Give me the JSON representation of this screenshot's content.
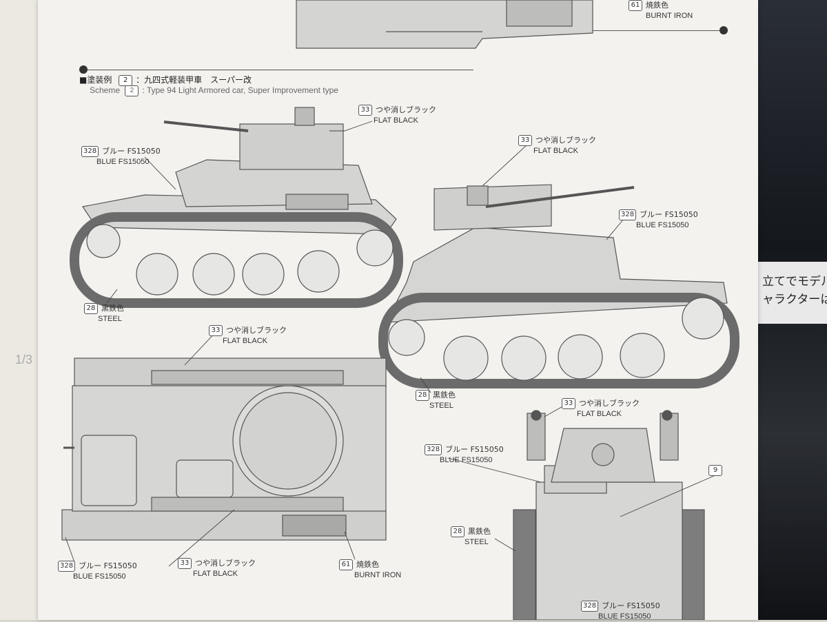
{
  "scheme": {
    "marker": "■塗装例",
    "number": "2",
    "title_jp": "：九四式軽装甲車　スーパー改",
    "title_en_prefix": "Scheme",
    "title_en": ": Type 94 Light Armored car, Super Improvement type"
  },
  "top_partial_label": {
    "num": "61",
    "jp": "焼鉄色",
    "en": "BURNT IRON"
  },
  "callouts": {
    "side_flat_black": {
      "num": "33",
      "jp": "つや消しブラック",
      "en": "FLAT BLACK"
    },
    "side_blue": {
      "num": "328",
      "jp": "ブルー FS15050",
      "en": "BLUE FS15050"
    },
    "side_steel": {
      "num": "28",
      "jp": "黒鉄色",
      "en": "STEEL"
    },
    "persp_flat_black": {
      "num": "33",
      "jp": "つや消しブラック",
      "en": "FLAT BLACK"
    },
    "persp_blue": {
      "num": "328",
      "jp": "ブルー FS15050",
      "en": "BLUE FS15050"
    },
    "persp_steel": {
      "num": "28",
      "jp": "黒鉄色",
      "en": "STEEL"
    },
    "top_flat_black_a": {
      "num": "33",
      "jp": "つや消しブラック",
      "en": "FLAT BLACK"
    },
    "top_blue": {
      "num": "328",
      "jp": "ブルー FS15050",
      "en": "BLUE FS15050"
    },
    "top_flat_black_b": {
      "num": "33",
      "jp": "つや消しブラック",
      "en": "FLAT BLACK"
    },
    "top_burnt": {
      "num": "61",
      "jp": "焼鉄色",
      "en": "BURNT IRON"
    },
    "front_flat_black": {
      "num": "33",
      "jp": "つや消しブラック",
      "en": "FLAT BLACK"
    },
    "front_blue": {
      "num": "328",
      "jp": "ブルー FS15050",
      "en": "BLUE FS15050"
    },
    "front_nine": {
      "num": "9"
    },
    "front_steel": {
      "num": "28",
      "jp": "黒鉄色",
      "en": "STEEL"
    },
    "front_blue_bottom": {
      "num": "328",
      "jp": "ブルー FS15050",
      "en": "BLUE FS15050"
    }
  },
  "background_text": {
    "right_box_line1": "立てでモデルで",
    "right_box_line2": "ャラクターは",
    "left_fragment": "1/3"
  },
  "colors": {
    "paper": "#f3f2ef",
    "ink": "#333333",
    "vehicle_fill": "#d4d4d2",
    "track": "#8a8a8a"
  }
}
